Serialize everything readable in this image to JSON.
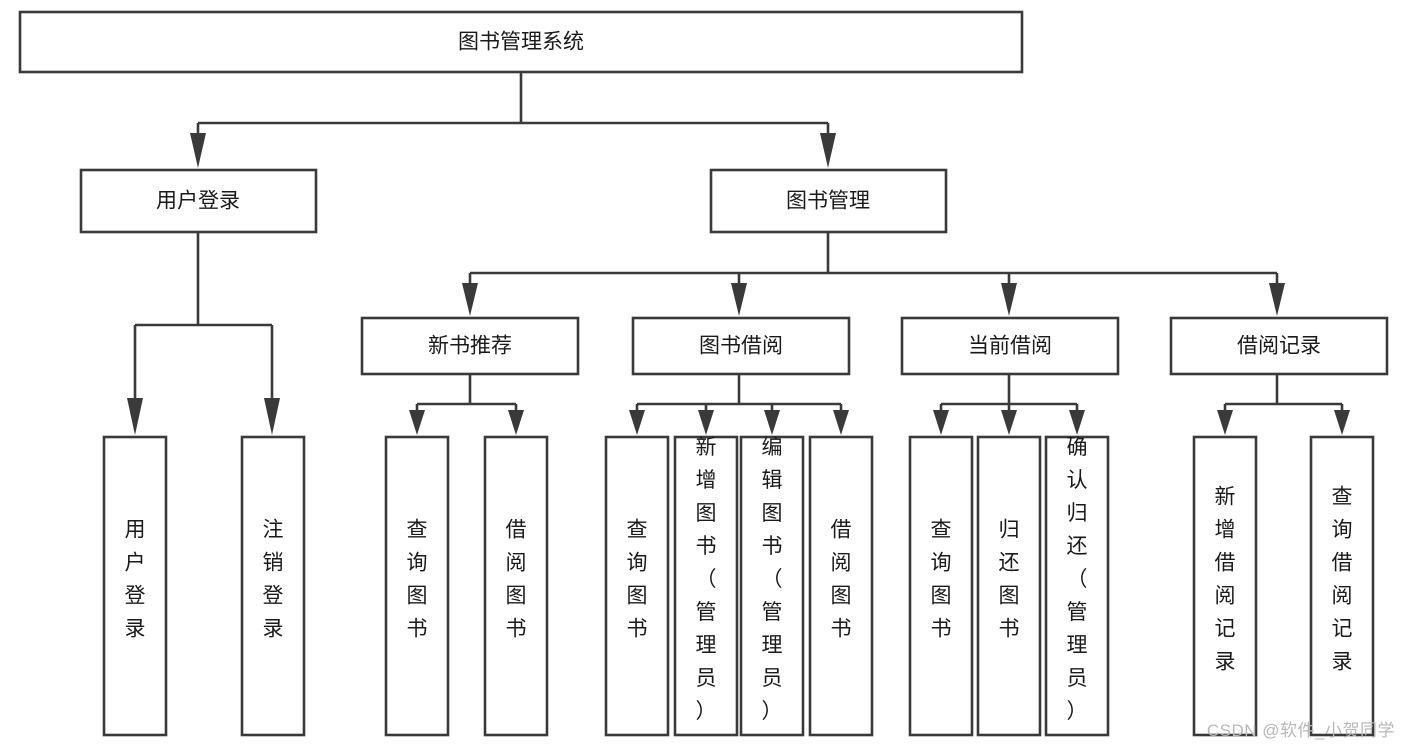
{
  "diagram": {
    "type": "tree-hierarchy",
    "title": "图书管理系统",
    "watermark": "CSDN @软件_小贺同学",
    "colors": {
      "box_stroke": "#3a3a3a",
      "box_fill": "#ffffff",
      "text": "#1a1a1a",
      "connector": "#3a3a3a",
      "background": "#ffffff",
      "watermark": "#b8b8b8"
    },
    "levels": {
      "root": {
        "label": "图书管理系统"
      },
      "level2": [
        {
          "label": "用户登录"
        },
        {
          "label": "图书管理"
        }
      ],
      "level3": [
        {
          "label": "新书推荐"
        },
        {
          "label": "图书借阅"
        },
        {
          "label": "当前借阅"
        },
        {
          "label": "借阅记录"
        }
      ],
      "leaves": {
        "user_login": [
          {
            "label": "用户登录"
          },
          {
            "label": "注销登录"
          }
        ],
        "new_book_recommend": [
          {
            "label": "查询图书"
          },
          {
            "label": "借阅图书"
          }
        ],
        "book_borrow": [
          {
            "label": "查询图书"
          },
          {
            "label": "新增图书（管理员）"
          },
          {
            "label": "编辑图书（管理员）"
          },
          {
            "label": "借阅图书"
          }
        ],
        "current_borrow": [
          {
            "label": "查询图书"
          },
          {
            "label": "归还图书"
          },
          {
            "label": "确认归还（管理员）"
          }
        ],
        "borrow_record": [
          {
            "label": "新增借阅记录"
          },
          {
            "label": "查询借阅记录"
          }
        ]
      }
    }
  }
}
